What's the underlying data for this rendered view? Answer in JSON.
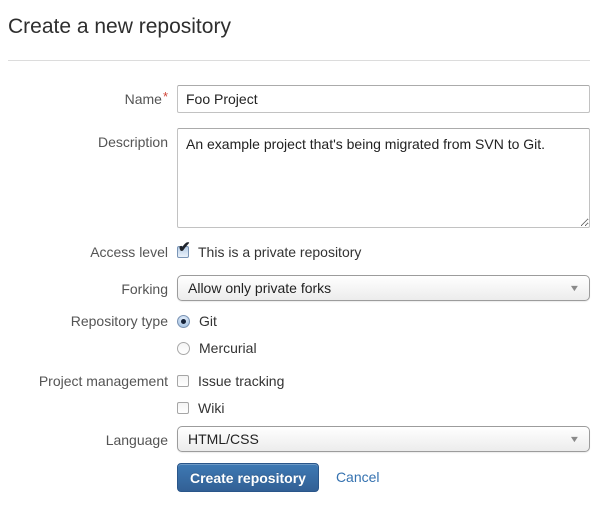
{
  "header": {
    "title": "Create a new repository"
  },
  "form": {
    "name": {
      "label": "Name",
      "required_marker": "*",
      "value": "Foo Project"
    },
    "description": {
      "label": "Description",
      "value": "An example project that's being migrated from SVN to Git."
    },
    "access_level": {
      "label": "Access level",
      "checkbox_label": "This is a private repository",
      "checked": true
    },
    "forking": {
      "label": "Forking",
      "selected_option": "Allow only private forks"
    },
    "repository_type": {
      "label": "Repository type",
      "options": [
        {
          "label": "Git",
          "selected": true
        },
        {
          "label": "Mercurial",
          "selected": false
        }
      ]
    },
    "project_management": {
      "label": "Project management",
      "options": [
        {
          "label": "Issue tracking",
          "checked": false
        },
        {
          "label": "Wiki",
          "checked": false
        }
      ]
    },
    "language": {
      "label": "Language",
      "selected_option": "HTML/CSS"
    }
  },
  "actions": {
    "submit_label": "Create repository",
    "cancel_label": "Cancel"
  },
  "icons": {
    "dropdown_arrow": "▼",
    "checkmark": "✔"
  },
  "colors": {
    "accent_blue": "#3572b0",
    "button_top": "#3e79b4",
    "button_bottom": "#326095",
    "required_red": "#d04437",
    "divider": "#dcdcdc"
  }
}
